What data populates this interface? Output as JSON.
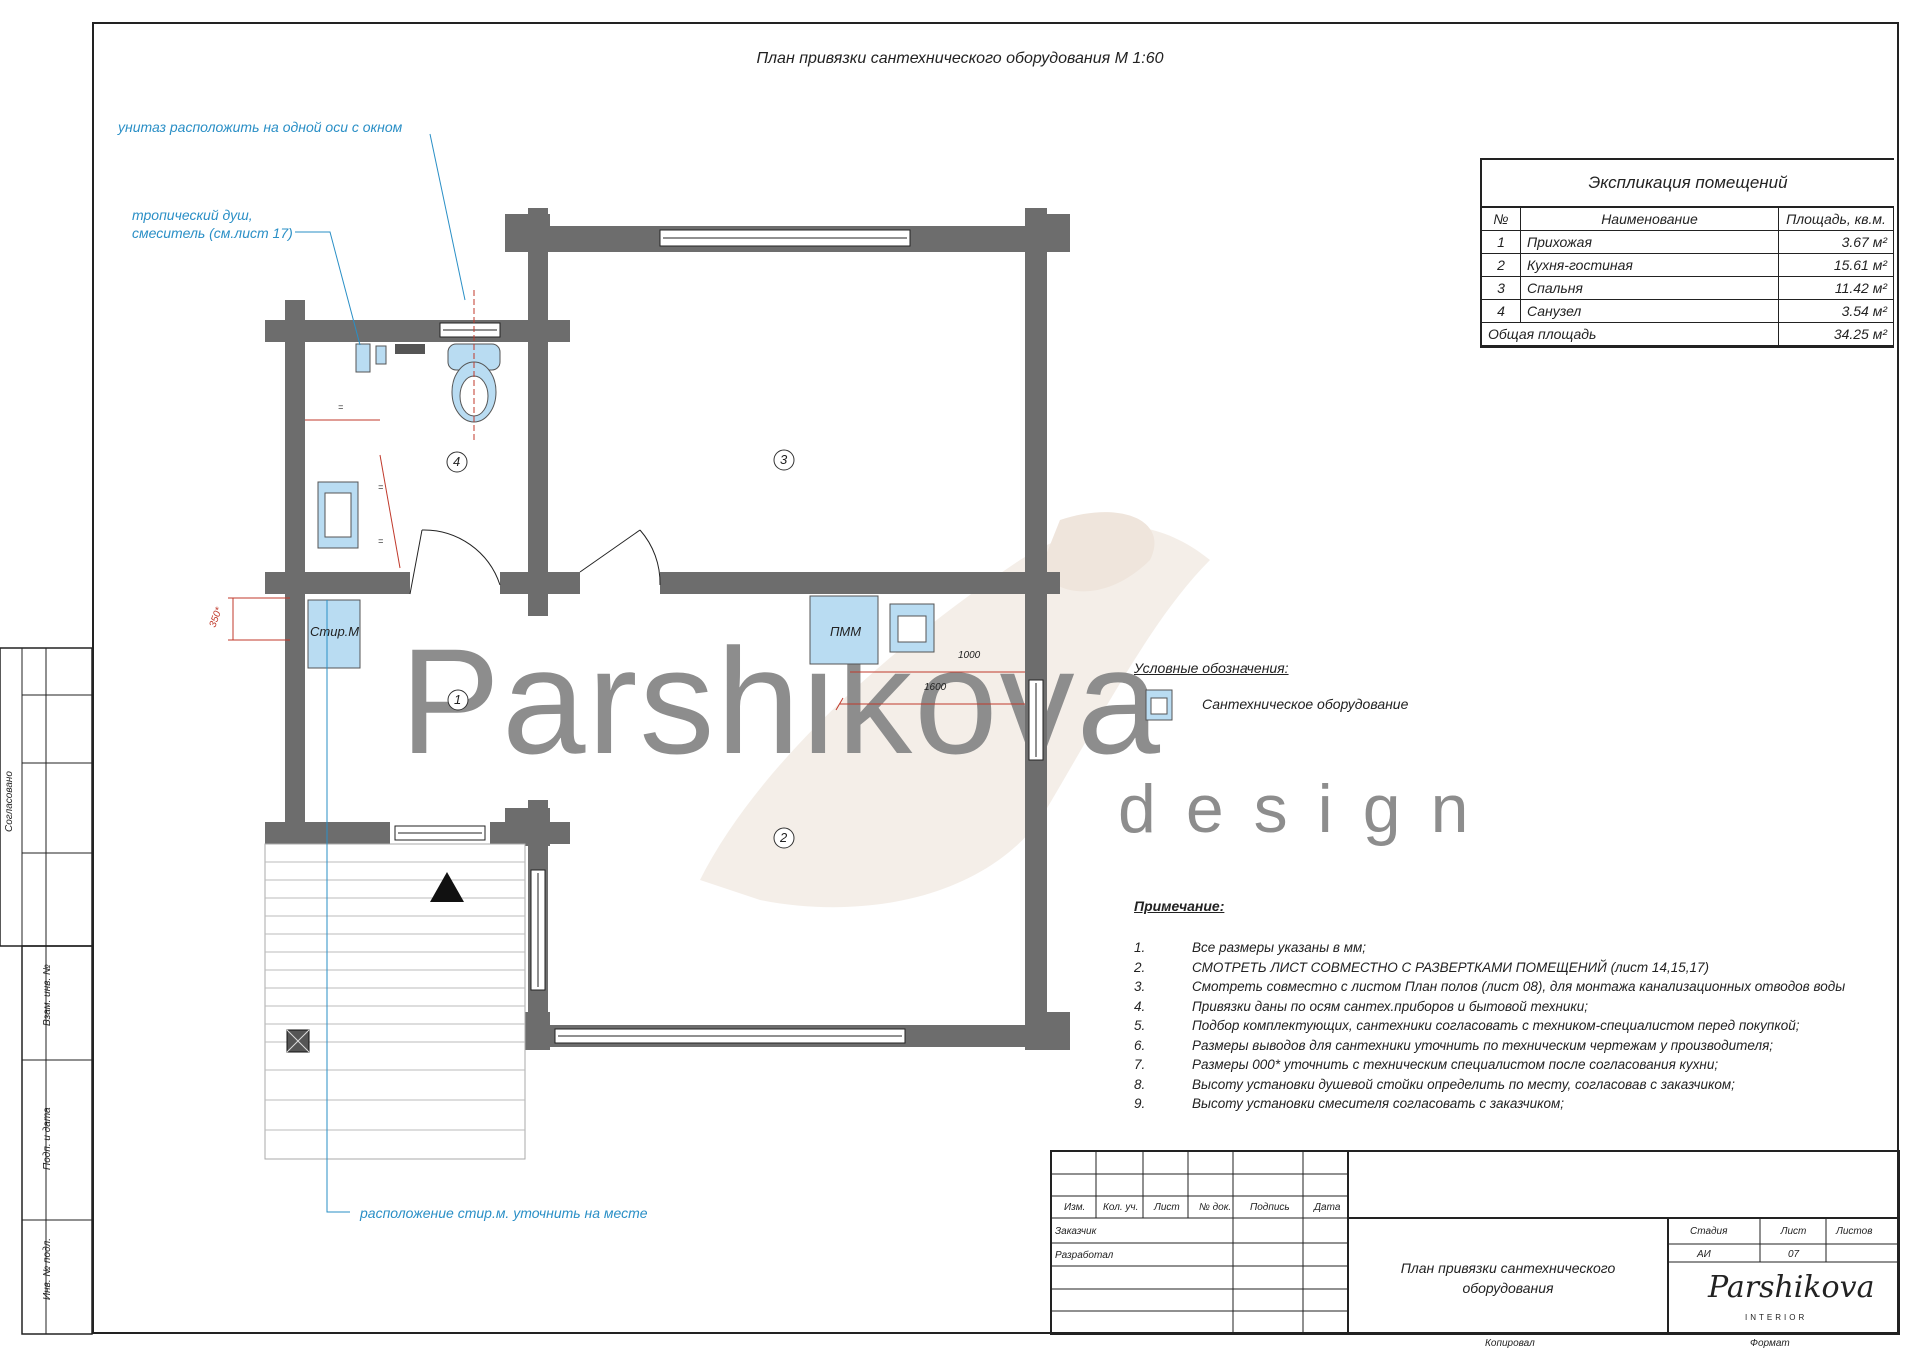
{
  "title": "План  привязки сантехнического оборудования М 1:60",
  "callouts": {
    "toilet": "унитаз расположить на одной оси с окном",
    "shower_line1": "тропический душ,",
    "shower_line2": "смеситель (см.лист 17)",
    "washer": "расположение стир.м. уточнить на месте"
  },
  "plan": {
    "rooms": [
      "1",
      "2",
      "3",
      "4"
    ],
    "washer_label": "Стир.М",
    "dishwasher_label": "ПММ",
    "dim_350": "350*",
    "dim_1000": "1000",
    "dim_1600": "1600",
    "eq_mark": "="
  },
  "explication": {
    "caption": "Экспликация помещений",
    "headers": [
      "№",
      "Наименование",
      "Площадь, кв.м."
    ],
    "rows": [
      [
        "1",
        "Прихожая",
        "3.67 м²"
      ],
      [
        "2",
        "Кухня-гостиная",
        "15.61 м²"
      ],
      [
        "3",
        "Спальня",
        "11.42 м²"
      ],
      [
        "4",
        "Санузел",
        "3.54 м²"
      ]
    ],
    "total_label": "Общая площадь",
    "total_value": "34.25 м²"
  },
  "legend": {
    "title": "Условные обозначения:",
    "item": "Сантехническое оборудование"
  },
  "notes": {
    "title": "Примечание:",
    "items": [
      [
        "1.",
        "Все размеры указаны в мм;"
      ],
      [
        "2.",
        "СМОТРЕТЬ ЛИСТ СОВМЕСТНО С РАЗВЕРТКАМИ ПОМЕЩЕНИЙ (лист 14,15,17)"
      ],
      [
        "3.",
        "Смотреть совместно с листом План полов (лист 08), для монтажа канализационных отводов воды"
      ],
      [
        "4.",
        "Привязки даны по осям сантех.приборов и бытовой техники;"
      ],
      [
        "5.",
        "Подбор комплектующих, сантехники согласовать с техником-специалистом перед покупкой;"
      ],
      [
        "6.",
        "Размеры выводов для сантехники уточнить по техническим чертежам у производителя;"
      ],
      [
        "7.",
        "Размеры 000* уточнить с техническим специалистом после согласования кухни;"
      ],
      [
        "8.",
        "Высоту установки душевой стойки определить по месту, согласовав с заказчиком;"
      ],
      [
        "9.",
        "Высоту установки смесителя согласовать с заказчиком;"
      ]
    ]
  },
  "watermark": {
    "main": "Parshikova",
    "sub": "design"
  },
  "stamp": {
    "headers": [
      "Изм.",
      "Кол. уч.",
      "Лист",
      "№ док.",
      "Подпись",
      "Дата"
    ],
    "customer": "Заказчик",
    "developer": "Разработал",
    "sheet_title_l1": "План привязки сантехнического",
    "sheet_title_l2": "оборудования",
    "stage_h": "Стадия",
    "sheet_h": "Лист",
    "sheets_h": "Листов",
    "stage_v": "АИ",
    "sheet_v": "07",
    "logo_main": "Parshikova",
    "logo_sub": "INTERIOR",
    "copied": "Копировал",
    "format": "Формат"
  },
  "side_stamp": {
    "agreed": "Согласовано",
    "inv_replace": "Взам. инв. №",
    "sign_date": "Подп. и дата",
    "inv_orig": "Инв. № подл."
  },
  "colors": {
    "wall": "#6d6d6d",
    "fixture": "#b9dcf2",
    "callout": "#2a8fc6",
    "dim": "#c0392b",
    "watermark": "#8d8d8d"
  }
}
